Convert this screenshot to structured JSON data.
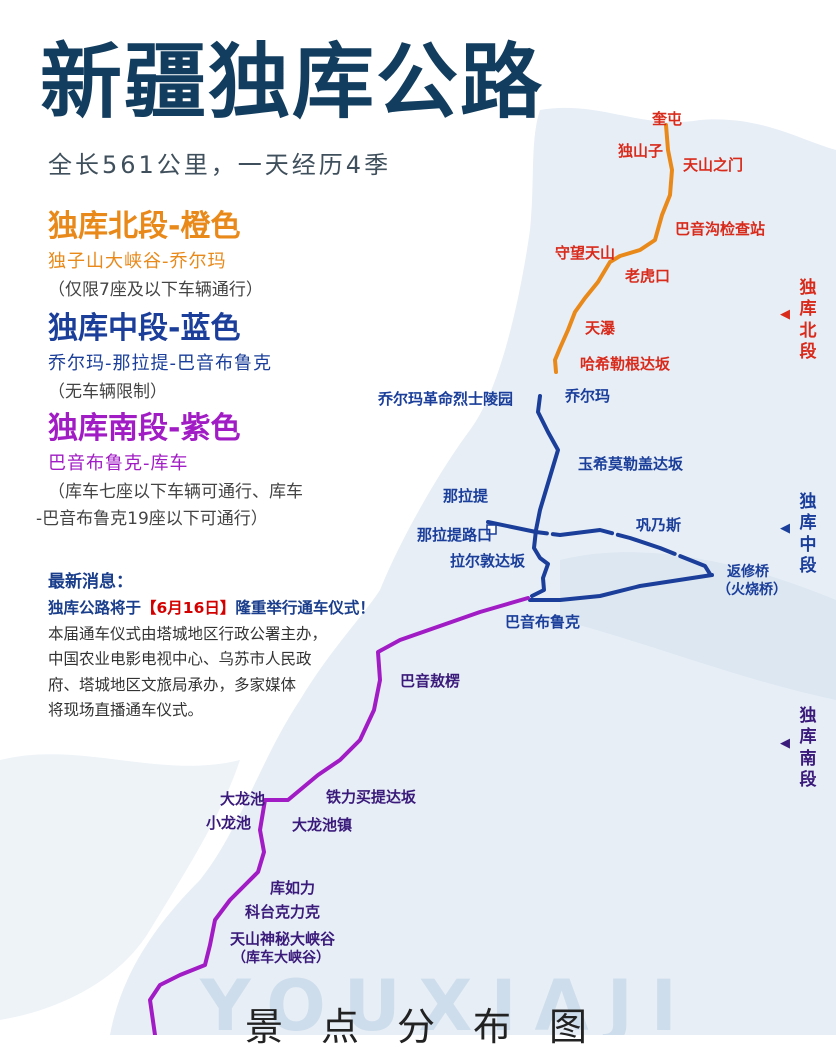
{
  "title": "新疆独库公路",
  "subtitle": "全长561公里，一天经历4季",
  "segments": [
    {
      "heading": "独库北段-橙色",
      "route": "独子山大峡谷-乔尔玛",
      "note": "（仅限7座及以下车辆通行）",
      "color": "#e8891a"
    },
    {
      "heading": "独库中段-蓝色",
      "route": "乔尔玛-那拉提-巴音布鲁克",
      "note": "（无车辆限制）",
      "color": "#1a3e9a"
    },
    {
      "heading": "独库南段-紫色",
      "route": "巴音布鲁克-库车",
      "note_line1": "（库车七座以下车辆可通行、库车",
      "note_line2": "-巴音布鲁克19座以下可通行）",
      "color": "#a11cc4"
    }
  ],
  "news": {
    "title": "最新消息：",
    "headline_prefix": "独库公路将于",
    "headline_date": "【6月16日】",
    "headline_suffix": "隆重举行通车仪式！",
    "body": [
      "本届通车仪式由塔城地区行政公署主办，",
      "中国农业电影电视中心、乌苏市人民政",
      "府、塔城地区文旅局承办，多家媒体",
      "将现场直播通车仪式。"
    ]
  },
  "side_labels": {
    "north": "独库北段",
    "middle": "独库中段",
    "south": "独库南段"
  },
  "places": {
    "kuitun": "奎屯",
    "dushanzi": "独山子",
    "tianshan_gate": "天山之门",
    "bayingou": "巴音沟检查站",
    "shouwang": "守望天山",
    "laohukou": "老虎口",
    "tianpu": "天瀑",
    "haxilegen": "哈希勒根达坂",
    "qiaoerma": "乔尔玛",
    "qiaoerma_cemetery": "乔尔玛革命烈士陵园",
    "yuximolegai": "玉希莫勒盖达坂",
    "nalati": "那拉提",
    "nalati_junction": "那拉提路口",
    "gongnaisi": "巩乃斯",
    "laerdunda": "拉尔敦达坂",
    "fanxiuqiao": "返修桥",
    "fanxiuqiao_alt": "（火烧桥）",
    "bayinbuluke": "巴音布鲁克",
    "bayinaolao": "巴音敖楞",
    "dalongchi": "大龙池",
    "tielimaiti": "铁力买提达坂",
    "xiaolongchi": "小龙池",
    "dalongchi_town": "大龙池镇",
    "kuruli": "库如力",
    "ketaikelike": "科台克力克",
    "tianshan_canyon": "天山神秘大峡谷",
    "tianshan_canyon_alt": "（库车大峡谷）"
  },
  "footer": "景点分布图",
  "watermark": "YOUXIAJI",
  "colors": {
    "north": "#e8891a",
    "middle": "#1a3e9a",
    "south": "#a11cc4",
    "place_north": "#d92b1c",
    "place_middle": "#1a3e9a",
    "place_south": "#3a1a7a",
    "title": "#123d5e"
  }
}
